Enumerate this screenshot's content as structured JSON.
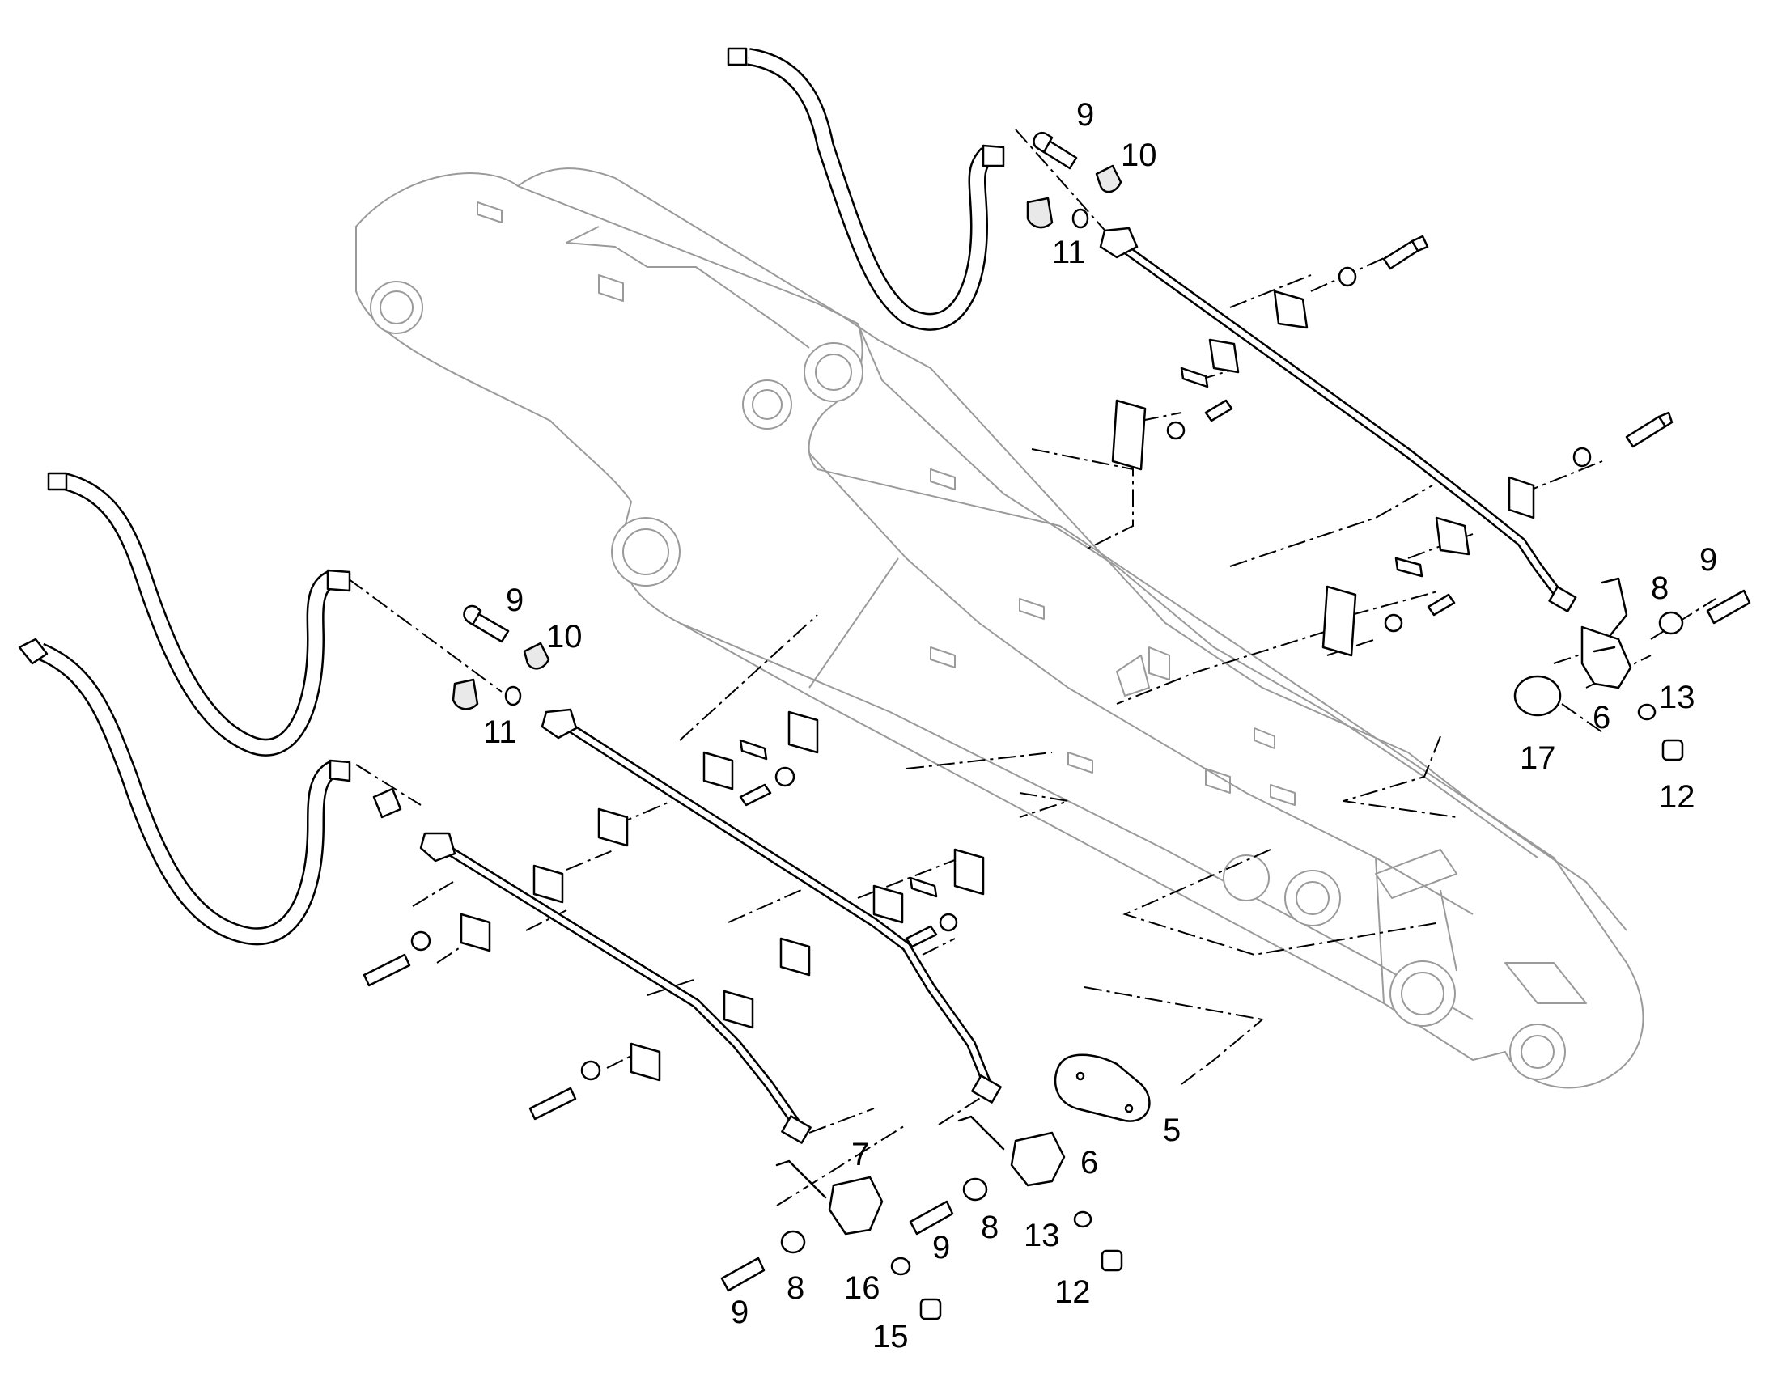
{
  "callouts": {
    "c1": "9",
    "c2": "10",
    "c3": "11",
    "c4": "8",
    "c5": "9",
    "c6": "13",
    "c7": "6",
    "c8": "17",
    "c9": "12",
    "c10": "9",
    "c11": "10",
    "c12": "11",
    "c13": "5",
    "c14": "7",
    "c15": "6",
    "c16": "8",
    "c17": "9",
    "c18": "13",
    "c19": "12",
    "c20": "9",
    "c21": "8",
    "c22": "16",
    "c23": "15"
  }
}
